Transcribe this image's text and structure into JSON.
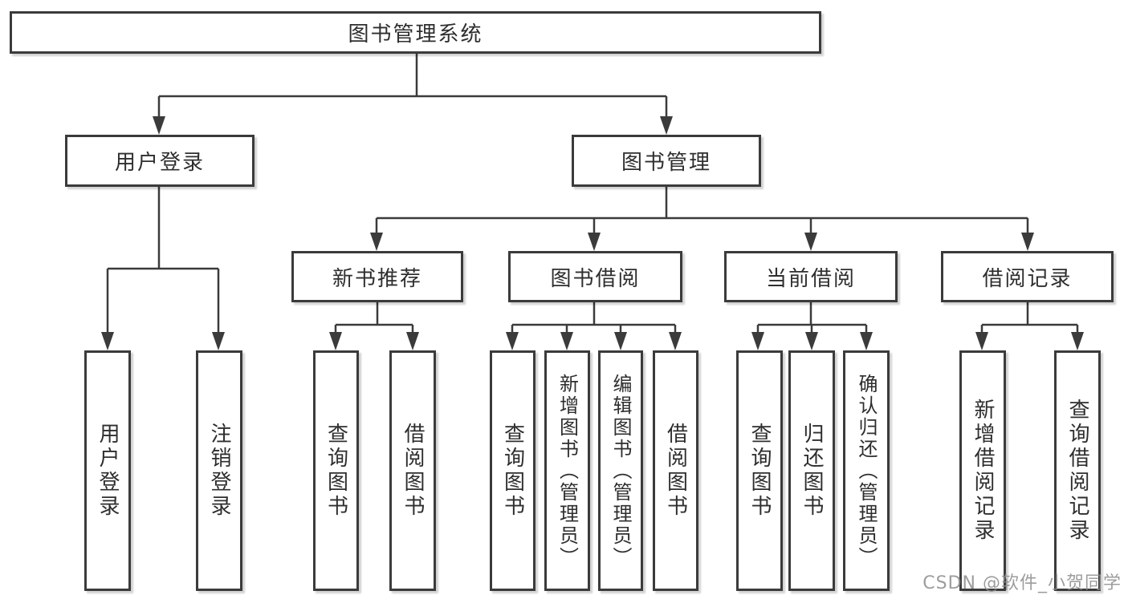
{
  "diagram": {
    "root": {
      "label": "图书管理系统"
    },
    "branches": [
      {
        "label": "用户登录",
        "children": [
          {
            "label": "用户登录"
          },
          {
            "label": "注销登录"
          }
        ]
      },
      {
        "label": "图书管理",
        "children": [
          {
            "label": "新书推荐",
            "children": [
              {
                "label": "查询图书"
              },
              {
                "label": "借阅图书"
              }
            ]
          },
          {
            "label": "图书借阅",
            "children": [
              {
                "label": "查询图书"
              },
              {
                "label": "新增图书（管理员）"
              },
              {
                "label": "编辑图书（管理员）"
              },
              {
                "label": "借阅图书"
              }
            ]
          },
          {
            "label": "当前借阅",
            "children": [
              {
                "label": "查询图书"
              },
              {
                "label": "归还图书"
              },
              {
                "label": "确认归还（管理员）"
              }
            ]
          },
          {
            "label": "借阅记录",
            "children": [
              {
                "label": "新增借阅记录"
              },
              {
                "label": "查询借阅记录"
              }
            ]
          }
        ]
      }
    ]
  },
  "watermark": {
    "text": "CSDN @软件_小贺同学"
  },
  "colors": {
    "line": "#3b3b3b",
    "text": "#2e2e2e",
    "watermark": "#8c8c8c"
  }
}
